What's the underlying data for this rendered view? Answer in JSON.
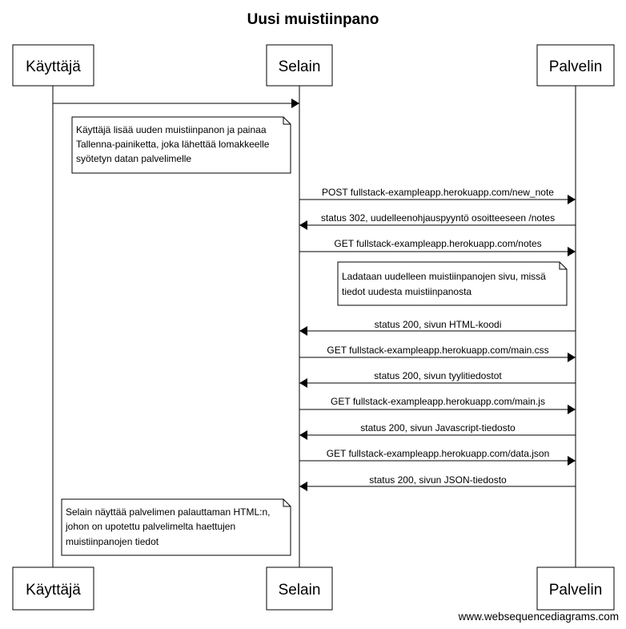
{
  "title": "Uusi muistiinpano",
  "participants": [
    {
      "id": "kayttaja",
      "label": "Käyttäjä"
    },
    {
      "id": "selain",
      "label": "Selain"
    },
    {
      "id": "palvelin",
      "label": "Palvelin"
    }
  ],
  "messages": [
    {
      "from": "kayttaja",
      "to": "selain",
      "label": ""
    },
    {
      "from": "selain",
      "to": "palvelin",
      "label": "POST fullstack-exampleapp.herokuapp.com/new_note"
    },
    {
      "from": "palvelin",
      "to": "selain",
      "label": "status 302, uudelleenohjauspyyntö osoitteeseen /notes"
    },
    {
      "from": "selain",
      "to": "palvelin",
      "label": "GET fullstack-exampleapp.herokuapp.com/notes"
    },
    {
      "from": "palvelin",
      "to": "selain",
      "label": "status 200, sivun HTML-koodi"
    },
    {
      "from": "selain",
      "to": "palvelin",
      "label": "GET fullstack-exampleapp.herokuapp.com/main.css"
    },
    {
      "from": "palvelin",
      "to": "selain",
      "label": "status 200, sivun tyylitiedostot"
    },
    {
      "from": "selain",
      "to": "palvelin",
      "label": "GET fullstack-exampleapp.herokuapp.com/main.js"
    },
    {
      "from": "palvelin",
      "to": "selain",
      "label": "status 200, sivun Javascript-tiedosto"
    },
    {
      "from": "selain",
      "to": "palvelin",
      "label": "GET fullstack-exampleapp.herokuapp.com/data.json"
    },
    {
      "from": "palvelin",
      "to": "selain",
      "label": "status 200, sivun JSON-tiedosto"
    }
  ],
  "notes": [
    {
      "lines": [
        "Käyttäjä lisää uuden muistiinpanon ja painaa",
        "Tallenna-painiketta, joka lähettää lomakkeelle",
        "syötetyn datan palvelimelle"
      ]
    },
    {
      "lines": [
        "Ladataan uudelleen muistiinpanojen sivu, missä",
        "tiedot uudesta muistiinpanosta"
      ]
    },
    {
      "lines": [
        "Selain näyttää palvelimen palauttaman HTML:n,",
        "johon on upotettu palvelimelta haettujen",
        "muistiinpanojen tiedot"
      ]
    }
  ],
  "footer": "www.websequencediagrams.com"
}
